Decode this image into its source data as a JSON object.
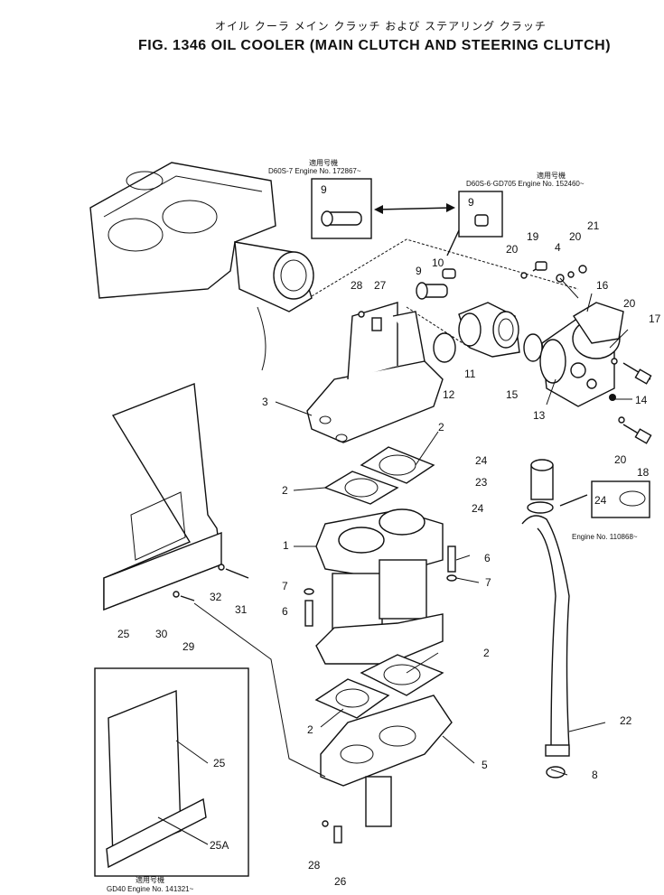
{
  "header": {
    "jp_title": "オイル クーラ メイン クラッチ および ステアリング クラッチ",
    "title": "FIG. 1346  OIL COOLER (MAIN CLUTCH AND STEERING CLUTCH)"
  },
  "notes": {
    "d60s7_jp": "適用号機",
    "d60s7": "D60S-7  Engine  No. 172867~",
    "d60s6_jp": "適用号機",
    "d60s6": "D60S-6·GD705  Engine  No. 152460~",
    "engine110868": "Engine  No. 110868~",
    "gd40_jp": "適用号機",
    "gd40": "GD40  Engine  No. 141321~"
  },
  "callouts": {
    "c9a": "9",
    "c9b": "9",
    "c9c": "9",
    "c10": "10",
    "c28a": "28",
    "c27": "27",
    "c20a": "20",
    "c19": "19",
    "c4": "4",
    "c20b": "20",
    "c21": "21",
    "c16": "16",
    "c20c": "20",
    "c17": "17",
    "c3": "3",
    "c11": "11",
    "c12": "12",
    "c15": "15",
    "c13": "13",
    "c14": "14",
    "c2a": "2",
    "c2b": "2",
    "c20d": "20",
    "c18": "18",
    "c24a": "24",
    "c23": "23",
    "c24b": "24",
    "c24c": "24",
    "c1": "1",
    "c6a": "6",
    "c7a": "7",
    "c7b": "7",
    "c6b": "6",
    "c32": "32",
    "c31": "31",
    "c25a": "25",
    "c30": "30",
    "c29": "29",
    "c2c": "2",
    "c2d": "2",
    "c22": "22",
    "c5": "5",
    "c8": "8",
    "c25b": "25",
    "c25A": "25A",
    "c28b": "28",
    "c26": "26"
  }
}
